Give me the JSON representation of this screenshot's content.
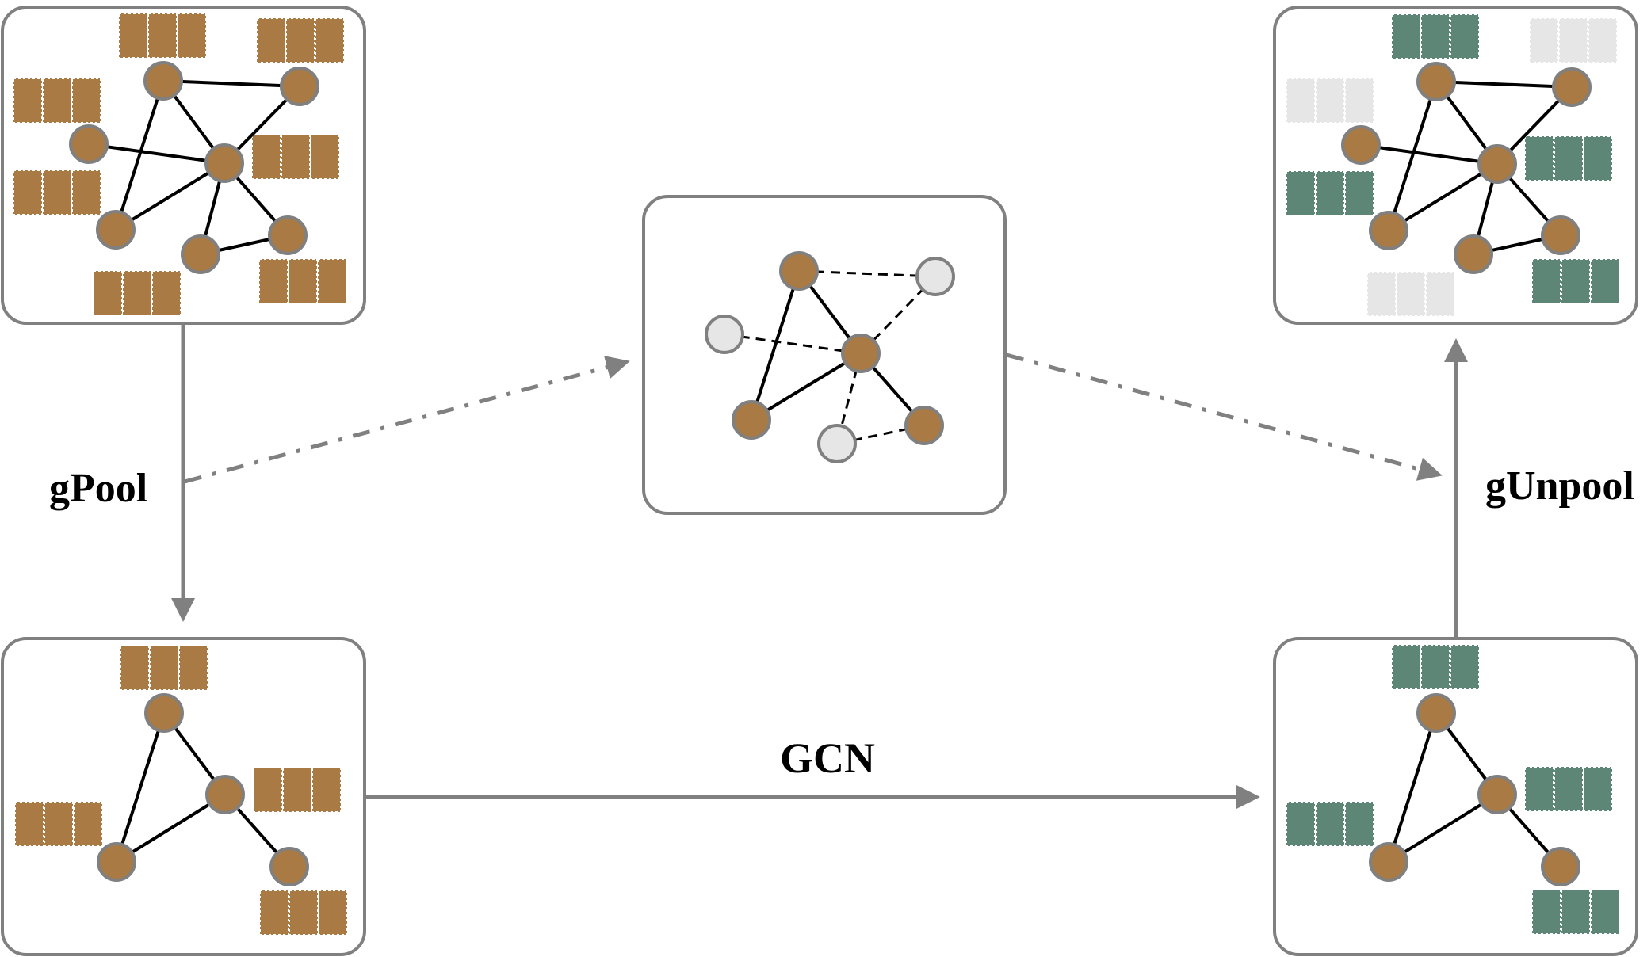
{
  "colors": {
    "node_fill": "#A97A43",
    "node_stroke": "#808080",
    "removed_node_fill": "#E6E6E6",
    "feature_original": "#A97A43",
    "feature_updated": "#5E8676",
    "feature_empty": "#E6E6E6",
    "box_stroke": "#808080",
    "arrow": "#808080",
    "edge": "#000000"
  },
  "labels": {
    "gpool": "gPool",
    "gunpool": "gUnpool",
    "gcn": "GCN"
  },
  "panels": [
    {
      "id": "input-graph",
      "description": "Original graph with 7 nodes and brown feature vectors",
      "nodes": [
        {
          "id": "a",
          "state": "kept"
        },
        {
          "id": "b",
          "state": "kept"
        },
        {
          "id": "c",
          "state": "kept"
        },
        {
          "id": "d",
          "state": "kept"
        },
        {
          "id": "e",
          "state": "kept"
        },
        {
          "id": "f",
          "state": "kept"
        },
        {
          "id": "g",
          "state": "kept"
        }
      ],
      "edges": [
        [
          "a",
          "b",
          "solid"
        ],
        [
          "a",
          "d",
          "solid"
        ],
        [
          "a",
          "e",
          "solid"
        ],
        [
          "b",
          "d",
          "solid"
        ],
        [
          "c",
          "d",
          "solid"
        ],
        [
          "d",
          "e",
          "solid"
        ],
        [
          "d",
          "f",
          "solid"
        ],
        [
          "d",
          "g",
          "solid"
        ],
        [
          "f",
          "g",
          "solid"
        ]
      ],
      "feature_vectors": [
        "original",
        "original",
        "original",
        "original",
        "original",
        "original",
        "original"
      ],
      "feature_cells": 3
    },
    {
      "id": "pooling-selection",
      "description": "Selected nodes (brown) and dropped nodes (gray) with dashed removed edges",
      "nodes": [
        {
          "id": "a",
          "state": "kept"
        },
        {
          "id": "b",
          "state": "dropped"
        },
        {
          "id": "c",
          "state": "dropped"
        },
        {
          "id": "d",
          "state": "kept"
        },
        {
          "id": "e",
          "state": "kept"
        },
        {
          "id": "f",
          "state": "dropped"
        },
        {
          "id": "g",
          "state": "kept"
        }
      ],
      "edges": [
        [
          "a",
          "d",
          "solid"
        ],
        [
          "a",
          "e",
          "solid"
        ],
        [
          "d",
          "e",
          "solid"
        ],
        [
          "d",
          "g",
          "solid"
        ],
        [
          "a",
          "b",
          "dashed"
        ],
        [
          "b",
          "d",
          "dashed"
        ],
        [
          "c",
          "d",
          "dashed"
        ],
        [
          "d",
          "f",
          "dashed"
        ],
        [
          "f",
          "g",
          "dashed"
        ]
      ]
    },
    {
      "id": "pooled-graph",
      "description": "Coarsened graph with 4 nodes",
      "nodes": [
        {
          "id": "a",
          "state": "kept"
        },
        {
          "id": "d",
          "state": "kept"
        },
        {
          "id": "e",
          "state": "kept"
        },
        {
          "id": "g",
          "state": "kept"
        }
      ],
      "edges": [
        [
          "a",
          "d",
          "solid"
        ],
        [
          "a",
          "e",
          "solid"
        ],
        [
          "d",
          "e",
          "solid"
        ],
        [
          "d",
          "g",
          "solid"
        ]
      ],
      "feature_vectors": [
        "original",
        "original",
        "original",
        "original"
      ],
      "feature_cells": 3
    },
    {
      "id": "gcn-output-graph",
      "description": "Coarsened graph after GCN with green updated features",
      "nodes": [
        {
          "id": "a",
          "state": "kept"
        },
        {
          "id": "d",
          "state": "kept"
        },
        {
          "id": "e",
          "state": "kept"
        },
        {
          "id": "g",
          "state": "kept"
        }
      ],
      "edges": [
        [
          "a",
          "d",
          "solid"
        ],
        [
          "a",
          "e",
          "solid"
        ],
        [
          "d",
          "e",
          "solid"
        ],
        [
          "d",
          "g",
          "solid"
        ]
      ],
      "feature_vectors": [
        "updated",
        "updated",
        "updated",
        "updated"
      ],
      "feature_cells": 3
    },
    {
      "id": "unpooled-graph",
      "description": "Restored graph; restored nodes get empty (gray) feature vectors",
      "nodes": [
        {
          "id": "a",
          "state": "kept"
        },
        {
          "id": "b",
          "state": "kept"
        },
        {
          "id": "c",
          "state": "kept"
        },
        {
          "id": "d",
          "state": "kept"
        },
        {
          "id": "e",
          "state": "kept"
        },
        {
          "id": "f",
          "state": "kept"
        },
        {
          "id": "g",
          "state": "kept"
        }
      ],
      "edges": [
        [
          "a",
          "b",
          "solid"
        ],
        [
          "a",
          "d",
          "solid"
        ],
        [
          "a",
          "e",
          "solid"
        ],
        [
          "b",
          "d",
          "solid"
        ],
        [
          "c",
          "d",
          "solid"
        ],
        [
          "d",
          "e",
          "solid"
        ],
        [
          "d",
          "f",
          "solid"
        ],
        [
          "d",
          "g",
          "solid"
        ],
        [
          "f",
          "g",
          "solid"
        ]
      ],
      "feature_vectors": [
        "updated",
        "empty",
        "empty",
        "updated",
        "updated",
        "empty",
        "updated"
      ],
      "feature_cells": 3
    }
  ],
  "arrows": [
    {
      "id": "gpool-arrow",
      "from": "input-graph",
      "to": "pooled-graph",
      "style": "solid",
      "label": "gPool"
    },
    {
      "id": "gpool-selection-arrow",
      "from": "gpool-arrow",
      "to": "pooling-selection",
      "style": "dash-dot"
    },
    {
      "id": "gcn-arrow",
      "from": "pooled-graph",
      "to": "gcn-output-graph",
      "style": "solid",
      "label": "GCN"
    },
    {
      "id": "gunpool-arrow",
      "from": "gcn-output-graph",
      "to": "unpooled-graph",
      "style": "solid",
      "label": "gUnpool"
    },
    {
      "id": "selection-gunpool-arrow",
      "from": "pooling-selection",
      "to": "gunpool-arrow",
      "style": "dash-dot"
    }
  ]
}
